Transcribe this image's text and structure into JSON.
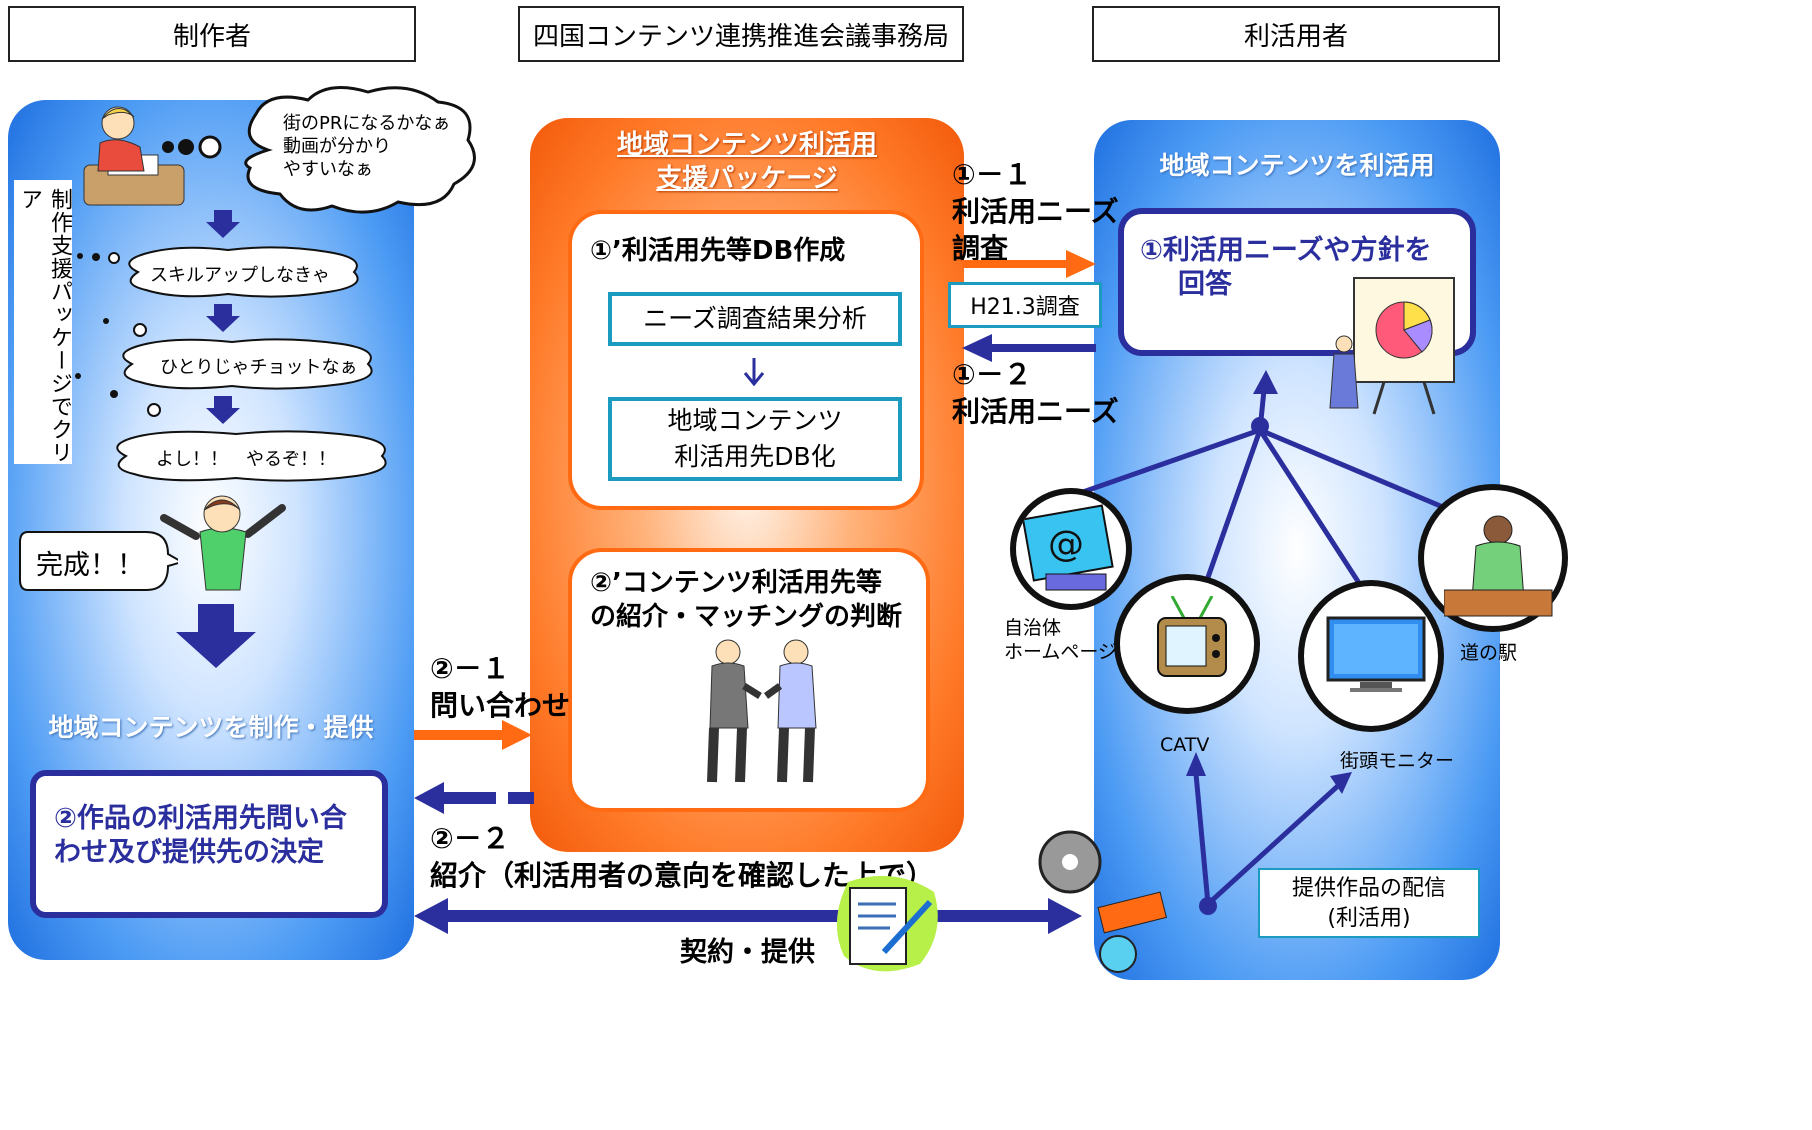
{
  "headers": {
    "creator": "制作者",
    "secretariat": "四国コンテンツ連携推進会議事務局",
    "user": "利活用者"
  },
  "left": {
    "thought_bubble": [
      "街のPRになるかなぁ",
      "動画が分かり",
      "やすいなぁ"
    ],
    "vertical_label": "制作支援パッケージでクリア",
    "clouds": [
      "スキルアップしなきゃ",
      "ひとりじゃチョットなぁ",
      "よし！！　やるぞ！！"
    ],
    "complete": "完成！！",
    "title": "地域コンテンツを制作・提供",
    "decision": [
      "②作品の利活用先問い合",
      "わせ及び提供先の決定"
    ]
  },
  "center": {
    "title": [
      "地域コンテンツ利活用",
      "支援パッケージ"
    ],
    "db_title": "①’利活用先等DB作成",
    "analysis": "ニーズ調査結果分析",
    "db_box": [
      "地域コンテンツ",
      "利活用先DB化"
    ],
    "matching": [
      "②’コンテンツ利活用先等",
      "の紹介・マッチングの判断"
    ]
  },
  "right": {
    "title": "地域コンテンツを利活用",
    "answer": [
      "①利活用ニーズや方針を",
      "回答"
    ],
    "channels": {
      "homepage": [
        "自治体",
        "ホームページ"
      ],
      "catv": "CATV",
      "monitor": "街頭モニター",
      "michinoeki": "道の駅"
    },
    "delivery": [
      "提供作品の配信",
      "(利活用)"
    ]
  },
  "arrows": {
    "survey": [
      "①－１",
      "利活用ニーズ",
      "調査"
    ],
    "survey_date": "H21.3調査",
    "needs": [
      "①－２",
      "利活用ニーズ"
    ],
    "inquiry": [
      "②－１",
      "問い合わせ"
    ],
    "intro": [
      "②－２",
      "紹介（利活用者の意向を確認した上で）"
    ],
    "contract": "契約・提供"
  },
  "colors": {
    "orange": "#ff6a13",
    "navy": "#2b2f9e",
    "teal": "#1c9bc0",
    "blue": "#3a8ef0"
  }
}
